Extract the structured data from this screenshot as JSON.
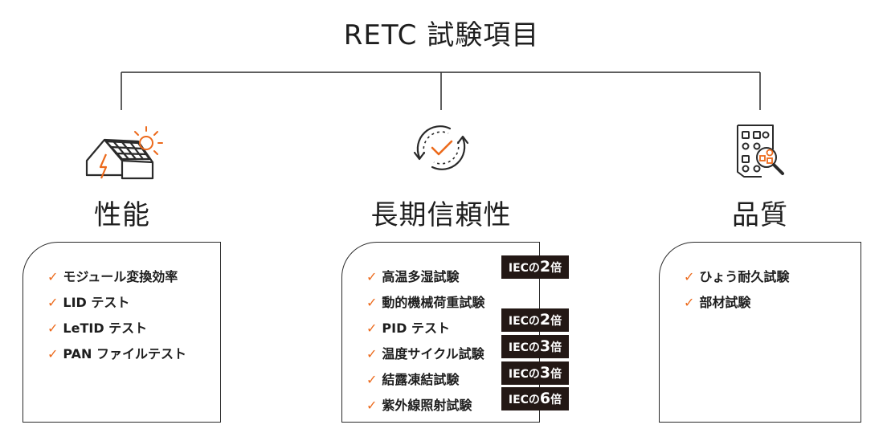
{
  "title": "RETC 試験項目",
  "colors": {
    "accent": "#ec6a1c",
    "text": "#1e1e1e",
    "badge_bg": "#231815",
    "badge_text": "#ffffff"
  },
  "columns": [
    {
      "icon": "solar-house-icon",
      "title": "性能",
      "items": [
        {
          "label": "モジュール変換効率"
        },
        {
          "label": "LID テスト"
        },
        {
          "label": "LeTID テスト"
        },
        {
          "label": "PAN ファイルテスト"
        }
      ]
    },
    {
      "icon": "cycle-check-icon",
      "title": "長期信頼性",
      "items": [
        {
          "label": "高温多湿試験",
          "badge_prefix": "IECの",
          "badge_num": "2",
          "badge_suffix": "倍"
        },
        {
          "label": "動的機械荷重試験"
        },
        {
          "label": "PID テスト",
          "badge_prefix": "IECの",
          "badge_num": "2",
          "badge_suffix": "倍"
        },
        {
          "label": "温度サイクル試験",
          "badge_prefix": "IECの",
          "badge_num": "3",
          "badge_suffix": "倍"
        },
        {
          "label": "結露凍結試験",
          "badge_prefix": "IECの",
          "badge_num": "3",
          "badge_suffix": "倍"
        },
        {
          "label": "紫外線照射試験",
          "badge_prefix": "IECの",
          "badge_num": "6",
          "badge_suffix": "倍"
        }
      ]
    },
    {
      "icon": "quality-inspection-icon",
      "title": "品質",
      "items": [
        {
          "label": "ひょう耐久試験"
        },
        {
          "label": "部材試験"
        }
      ]
    }
  ],
  "check_mark": "✓"
}
